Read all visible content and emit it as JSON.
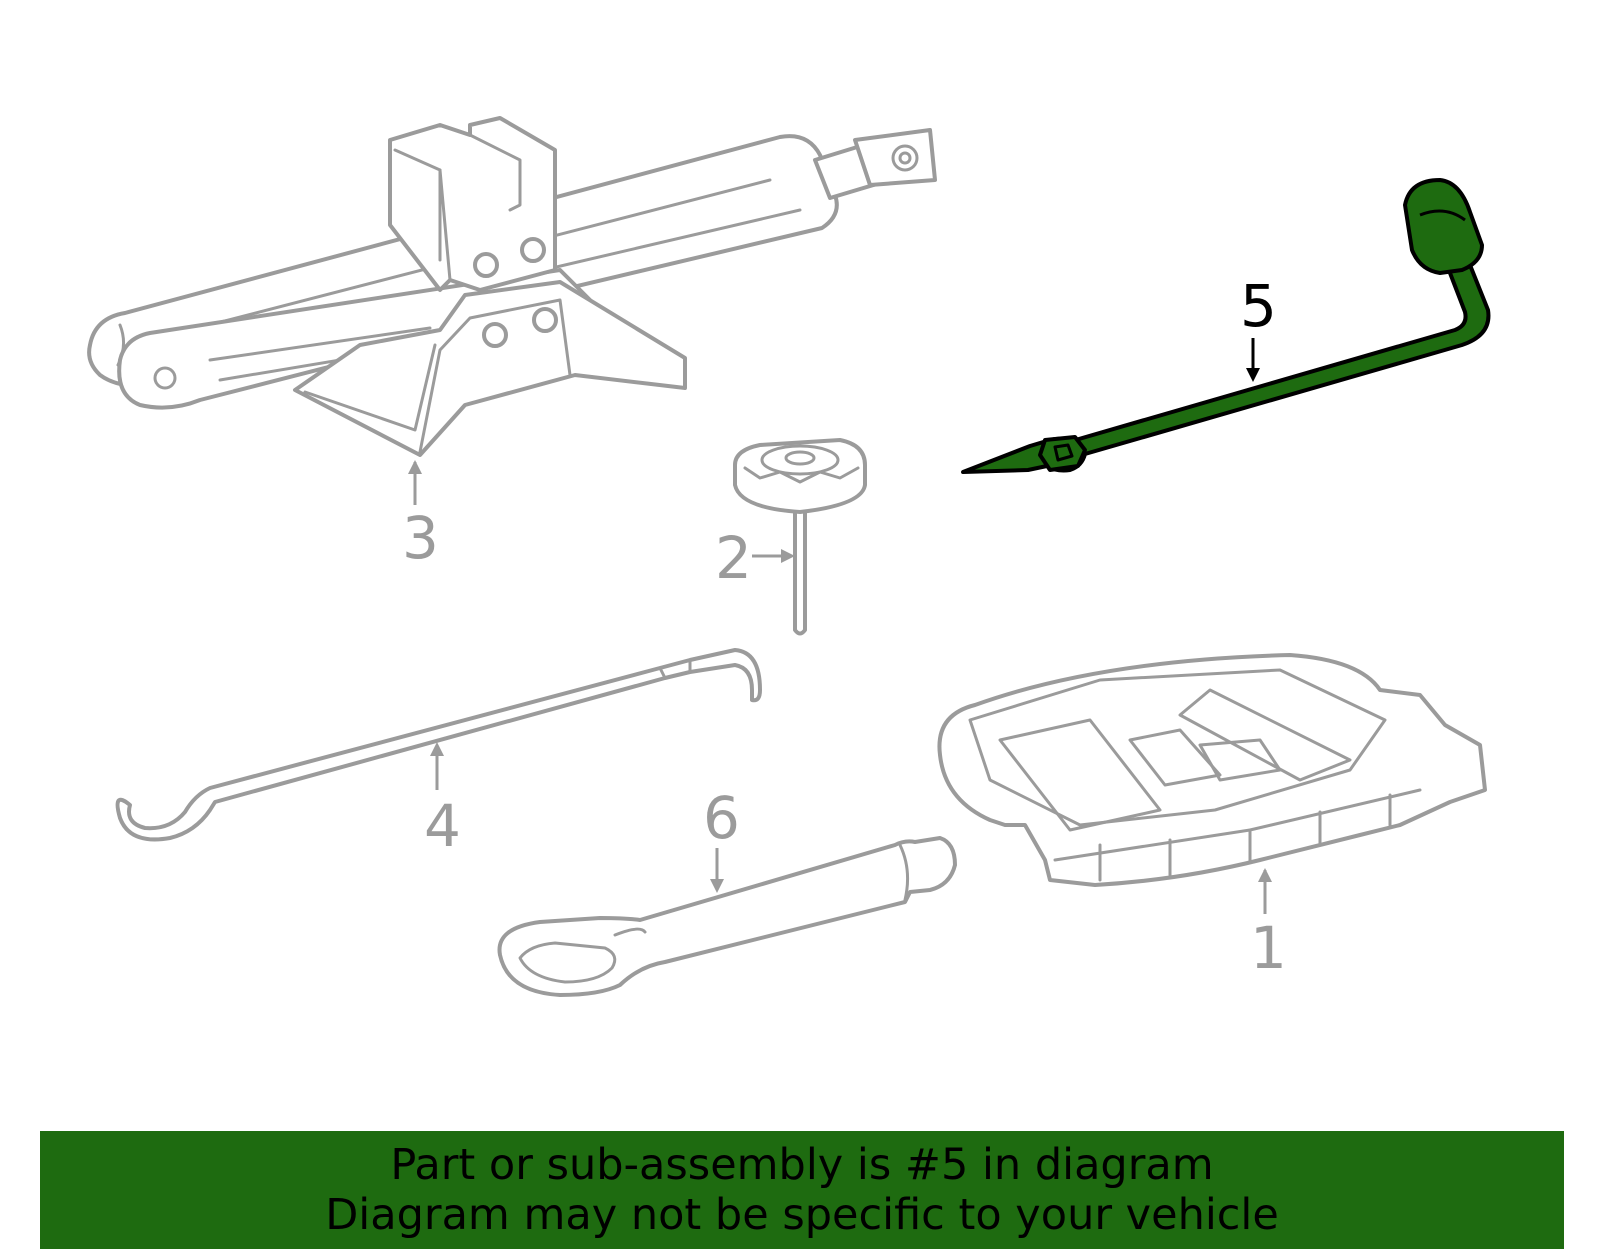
{
  "callouts": {
    "c1": "1",
    "c2": "2",
    "c3": "3",
    "c4": "4",
    "c5": "5",
    "c6": "6"
  },
  "highlighted_part": "5",
  "colors": {
    "highlight": "#1e6b10",
    "part_outline": "#9b9b9b",
    "banner": "#1e6b10"
  },
  "banner": {
    "line1": "Part or sub-assembly is #5 in diagram",
    "line2": "Diagram may not be specific to your vehicle"
  }
}
